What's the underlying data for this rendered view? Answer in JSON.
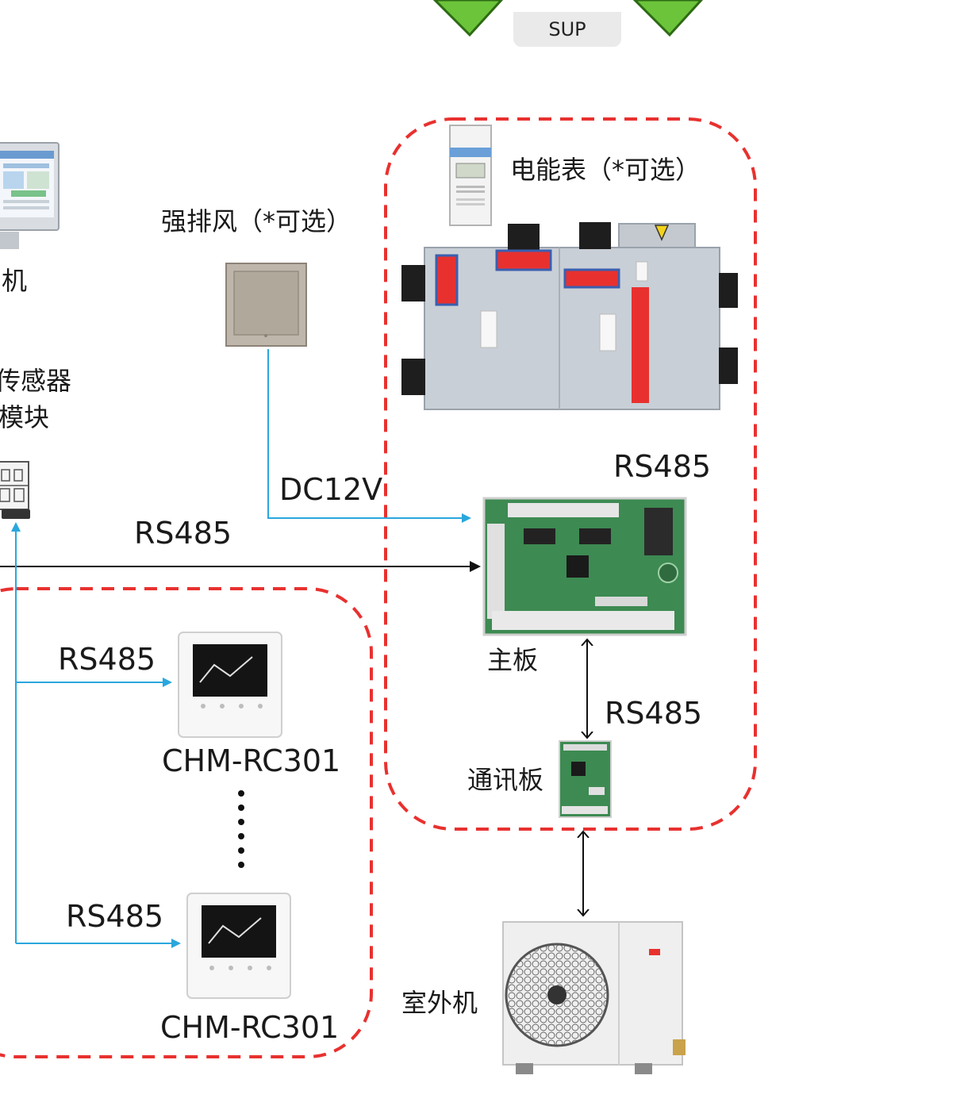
{
  "top": {
    "sup_label": "SUP"
  },
  "labels": {
    "meter": "电能表（*可选）",
    "force_exhaust": "强排风（*可选）",
    "host_partial": "机",
    "sensor_partial_1": "传感器",
    "sensor_partial_2": "模块",
    "main_board": "主板",
    "comm_board": "通讯板",
    "outdoor_unit": "室外机",
    "controller_1": "CHM-RC301",
    "controller_2": "CHM-RC301"
  },
  "links": {
    "dc12v": "DC12V",
    "rs485_unit": "RS485",
    "rs485_main": "RS485",
    "rs485_ctrl_1": "RS485",
    "rs485_comm": "RS485",
    "rs485_ctrl_2": "RS485"
  },
  "colors": {
    "dashed_border": "#e8312f",
    "blue_line": "#2aa7dd",
    "black_line": "#111111",
    "arrow_green": "#6cc43a",
    "duct_red": "#e8312f",
    "unit_body": "#c9cfd6",
    "board_green": "#3d8a52"
  }
}
